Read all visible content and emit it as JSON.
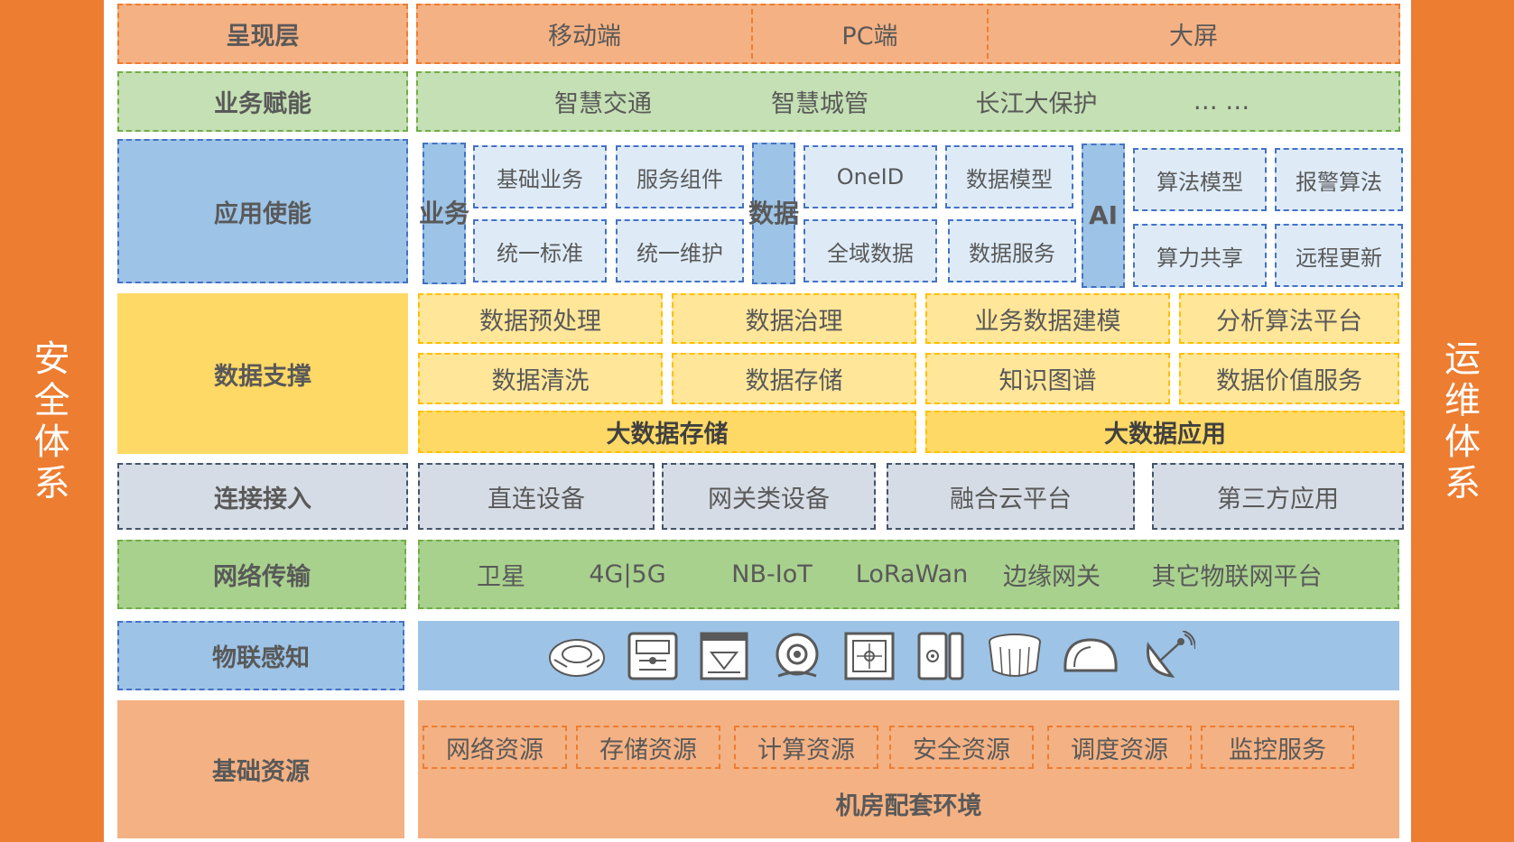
{
  "left_side": "安全体系",
  "right_side": "运维体系",
  "layers": {
    "presentation": {
      "label": "呈现层",
      "items": [
        "移动端",
        "PC端",
        "大屏"
      ]
    },
    "business": {
      "label": "业务赋能",
      "items": [
        "智慧交通",
        "智慧城管",
        "长江大保护",
        "… …"
      ]
    },
    "application": {
      "label": "应用使能",
      "groups": [
        {
          "title": "业务",
          "items": [
            "基础业务",
            "服务组件",
            "统一标准",
            "统一维护"
          ]
        },
        {
          "title": "数据",
          "items": [
            "OneID",
            "数据模型",
            "全域数据",
            "数据服务"
          ]
        },
        {
          "title": "AI",
          "items": [
            "算法模型",
            "报警算法",
            "算力共享",
            "远程更新"
          ]
        }
      ]
    },
    "data_support": {
      "label": "数据支撑",
      "row1": [
        "数据预处理",
        "数据治理",
        "业务数据建模",
        "分析算法平台"
      ],
      "row2": [
        "数据清洗",
        "数据存储",
        "知识图谱",
        "数据价值服务"
      ],
      "bottom": [
        "大数据存储",
        "大数据应用"
      ]
    },
    "access": {
      "label": "连接接入",
      "items": [
        "直连设备",
        "网关类设备",
        "融合云平台",
        "第三方应用"
      ]
    },
    "network": {
      "label": "网络传输",
      "items": [
        "卫星",
        "4G|5G",
        "NB-IoT",
        "LoRaWan",
        "边缘网关",
        "其它物联网平台"
      ]
    },
    "iot": {
      "label": "物联感知",
      "icons": [
        "smoke-detector-icon",
        "control-panel-icon",
        "fire-hydrant-box-icon",
        "camera-icon",
        "alarm-panel-icon",
        "door-sensor-icon",
        "sensor-dome-icon",
        "mouse-sensor-icon",
        "satellite-dish-icon"
      ]
    },
    "infrastructure": {
      "label": "基础资源",
      "items": [
        "网络资源",
        "存储资源",
        "计算资源",
        "安全资源",
        "调度资源",
        "监控服务"
      ],
      "bottom": "机房配套环境"
    }
  },
  "colors": {
    "orange": "#ed7d31",
    "peach": "#f4b183",
    "green": "#c5e0b4",
    "green_dark": "#a9d18e",
    "blue": "#9dc3e6",
    "light_blue": "#deebf7",
    "yellow": "#ffd966",
    "light_yellow": "#ffe699",
    "gray": "#d6dce5"
  }
}
